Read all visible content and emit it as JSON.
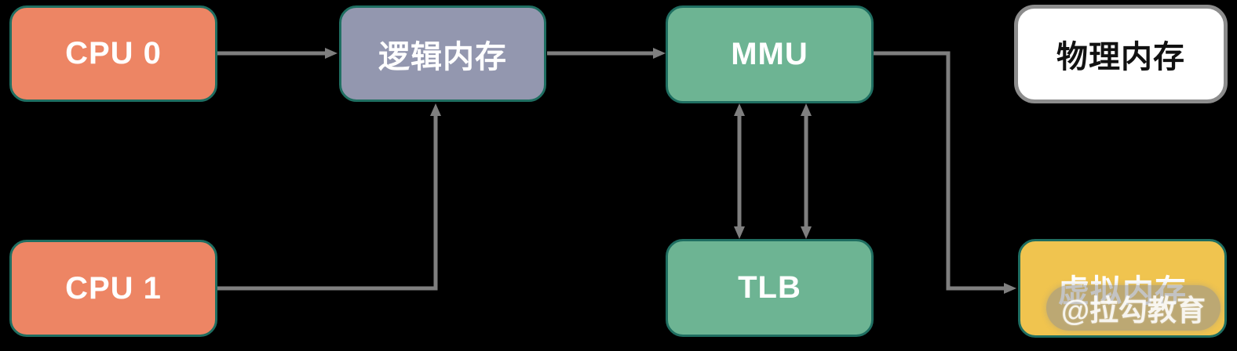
{
  "diagram": {
    "background_color": "#000000",
    "arrow_color": "#7F7F7F",
    "node_border_color": "#1F6E61",
    "nodes": {
      "cpu0": {
        "label": "CPU 0",
        "fill": "#ED8564",
        "text_color": "#FFFFFF"
      },
      "cpu1": {
        "label": "CPU 1",
        "fill": "#ED8564",
        "text_color": "#FFFFFF"
      },
      "logical_memory": {
        "label": "逻辑内存",
        "fill": "#9397AF",
        "text_color": "#FFFFFF"
      },
      "mmu": {
        "label": "MMU",
        "fill": "#6DB493",
        "text_color": "#FFFFFF"
      },
      "tlb": {
        "label": "TLB",
        "fill": "#6DB493",
        "text_color": "#FFFFFF"
      },
      "physical_memory": {
        "label": "物理内存",
        "fill": "#FFFFFF",
        "text_color": "#111111",
        "border_color": "#8C8C8C"
      },
      "virtual_memory": {
        "label": "虚拟内存",
        "fill": "#F0C44F",
        "text_color": "#FFFFFF"
      }
    },
    "edges": [
      {
        "from": "cpu0",
        "to": "logical_memory",
        "style": "arrow",
        "route": "straight-horizontal"
      },
      {
        "from": "cpu1",
        "to": "logical_memory",
        "style": "arrow",
        "route": "elbow-right-then-up"
      },
      {
        "from": "logical_memory",
        "to": "mmu",
        "style": "arrow",
        "route": "straight-horizontal"
      },
      {
        "from": "mmu",
        "to": "tlb",
        "style": "double-arrow",
        "route": "straight-vertical-left"
      },
      {
        "from": "mmu",
        "to": "tlb",
        "style": "double-arrow",
        "route": "straight-vertical-right"
      },
      {
        "from": "mmu",
        "to": "virtual_memory",
        "style": "arrow",
        "route": "elbow-right-down-right"
      }
    ],
    "watermark": {
      "text": "@拉勾教育"
    }
  }
}
